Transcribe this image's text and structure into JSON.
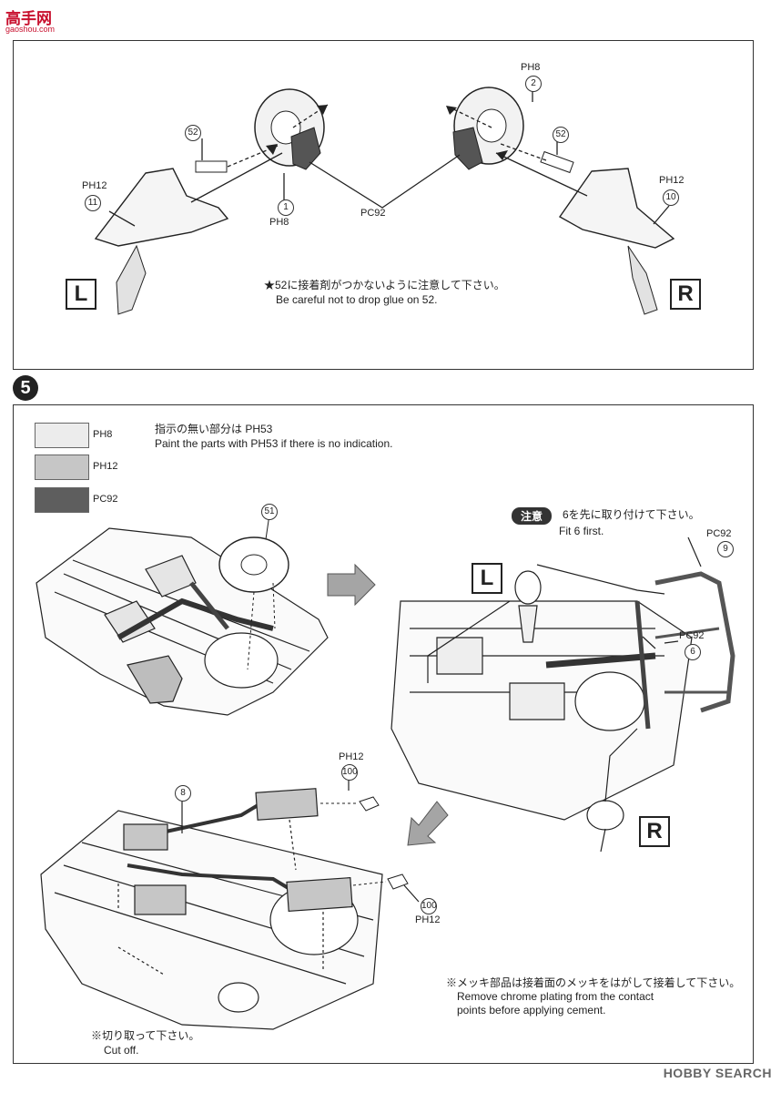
{
  "site_logo": {
    "text": "高手网",
    "sub": "gaoshou.com"
  },
  "panel_top": {
    "labels": {
      "ph8_top": "PH8",
      "ph12_left": "PH12",
      "ph12_right": "PH12",
      "ph8_left": "PH8",
      "pc92_center": "PC92",
      "n2": "2",
      "n52_left": "52",
      "n52_right": "52",
      "n11": "11",
      "n1": "1",
      "n10": "10"
    },
    "side_left": "L",
    "side_right": "R",
    "note_jp": "★52に接着剤がつかないように注意して下さい。",
    "note_en": "Be careful not to drop glue on 52."
  },
  "step": {
    "number": "5"
  },
  "panel_main": {
    "legend": [
      {
        "code": "PH8",
        "color": "#ececec"
      },
      {
        "code": "PH12",
        "color": "#c6c6c6"
      },
      {
        "code": "PC92",
        "color": "#5e5e5e"
      }
    ],
    "legend_note_jp": "指示の無い部分は PH53",
    "legend_note_en": "Paint the parts with PH53 if there is no indication.",
    "part_labels": {
      "n51": "51",
      "n9": "9",
      "n6": "6",
      "n8": "8",
      "n100_top": "100",
      "n100_bottom": "100",
      "pc92_a": "PC92",
      "pc92_b": "PC92",
      "ph12_a": "PH12",
      "ph12_b": "PH12"
    },
    "caution_chip": "注意",
    "caution_jp": "6を先に取り付けて下さい。",
    "caution_en": "Fit 6 first.",
    "side_left": "L",
    "side_right": "R",
    "chrome_note_jp": "※メッキ部品は接着面のメッキをはがして接着して下さい。",
    "chrome_note_en1": "Remove chrome plating from the contact",
    "chrome_note_en2": "points before applying cement.",
    "cut_note_jp": "※切り取って下さい。",
    "cut_note_en": "Cut off."
  },
  "watermark": "HOBBY SEARCH"
}
